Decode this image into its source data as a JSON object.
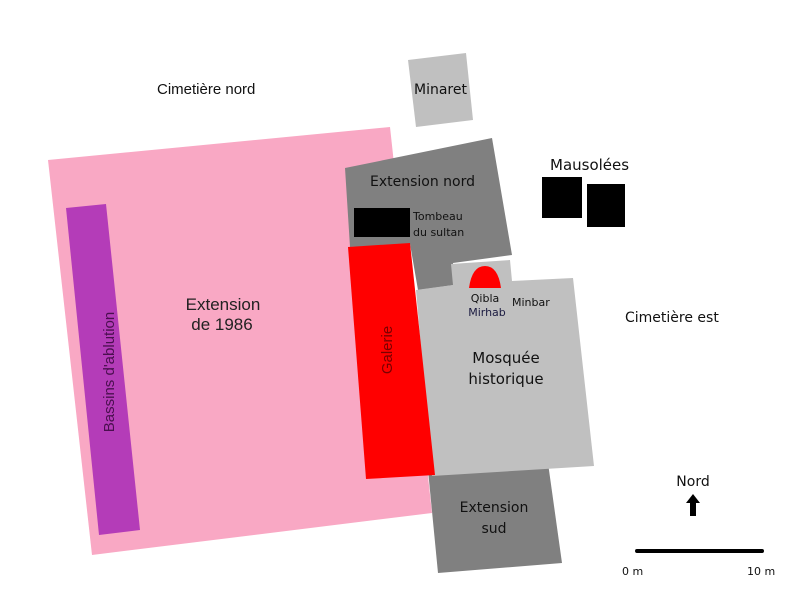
{
  "labels": {
    "cimetiere_nord": "Cimetière nord",
    "minaret": "Minaret",
    "mausolees": "Mausolées",
    "extension_nord": "Extension nord",
    "tombeau_line1": "Tombeau",
    "tombeau_line2": "du sultan",
    "extension_1986_line1": "Extension",
    "extension_1986_line2": "de 1986",
    "bassins": "Bassins d'ablution",
    "galerie": "Galerie",
    "qibla": "Qibla",
    "mirhab": "Mirhab",
    "minbar": "Minbar",
    "mosquee_line1": "Mosquée",
    "mosquee_line2": "historique",
    "cimetiere_est": "Cimetière est",
    "extension_sud_line1": "Extension",
    "extension_sud_line2": "sud",
    "nord": "Nord",
    "scale_start": "0 m",
    "scale_end": "10 m"
  },
  "colors": {
    "extension_1986": "#f9a8c4",
    "bassins": "#b43cb8",
    "extension_dark": "#808080",
    "mosquee": "#c0c0c0",
    "galerie": "#ff0000",
    "black": "#000000",
    "minaret": "#c0c0c0"
  }
}
